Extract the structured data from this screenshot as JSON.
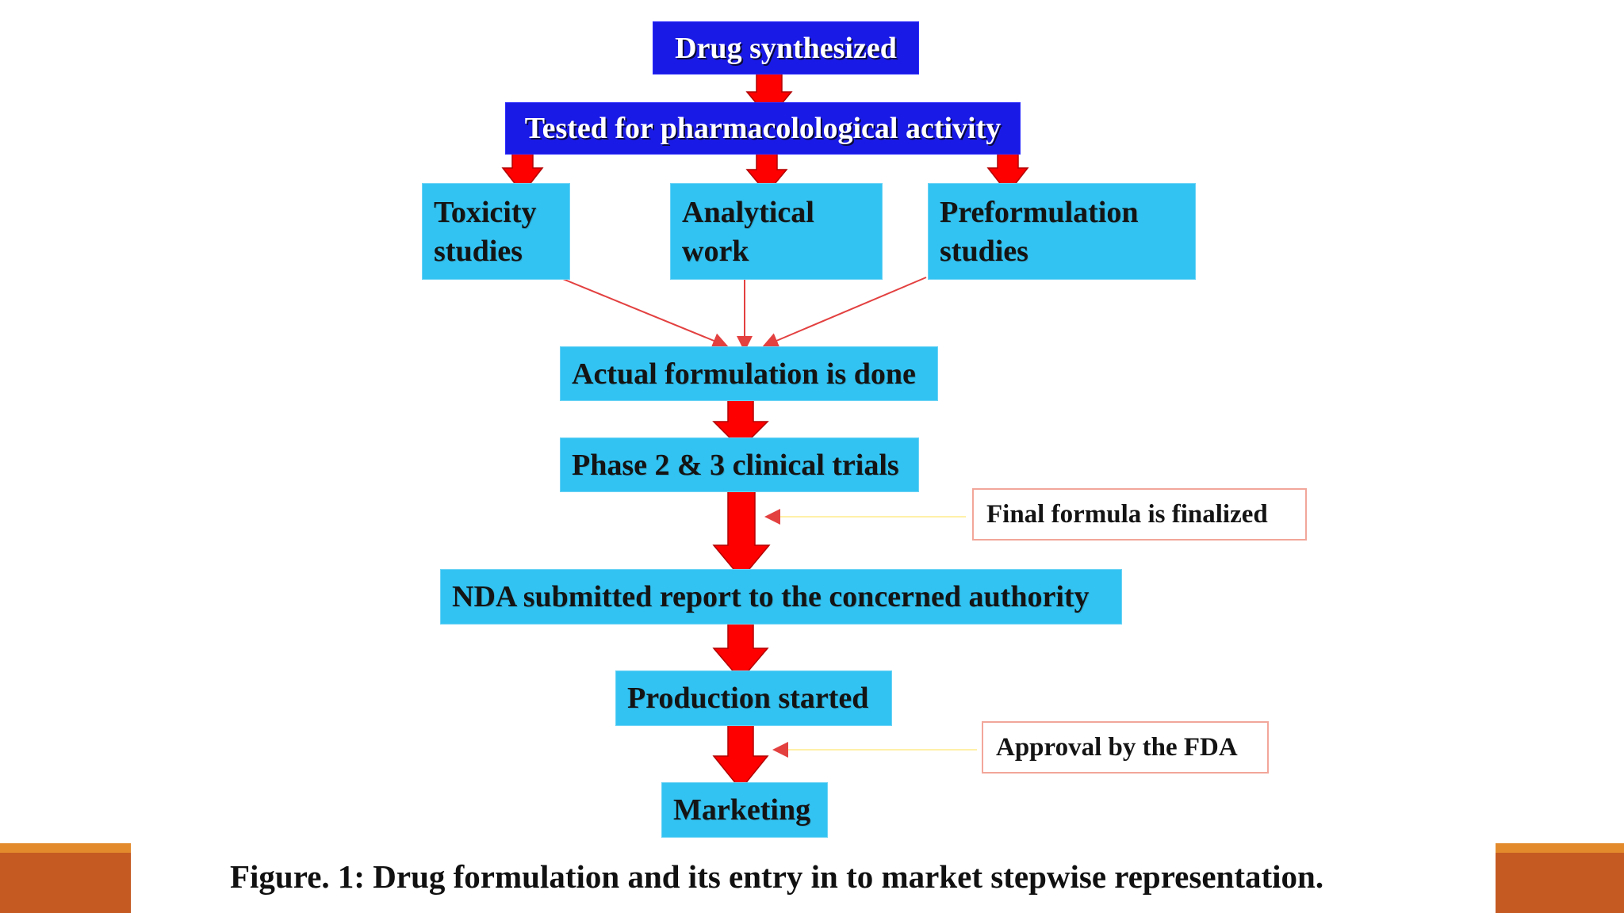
{
  "flow": {
    "drug_synthesized": "Drug synthesized",
    "tested": "Tested for pharmacolological activity",
    "toxicity": [
      "Toxicity",
      "studies"
    ],
    "analytical": [
      "Analytical",
      "work"
    ],
    "preformulation": [
      "Preformulation",
      "studies"
    ],
    "actual_formulation": "Actual formulation is done",
    "phase_trials": "Phase 2 & 3 clinical trials",
    "nda": "NDA submitted report to the concerned authority",
    "production": "Production started",
    "marketing": "Marketing"
  },
  "notes": {
    "final_formula": "Final formula is finalized",
    "fda_approval": "Approval by the FDA"
  },
  "caption": "Figure. 1: Drug formulation and its entry in to market stepwise representation.",
  "colors": {
    "dark_blue_box": "#1a1ae6",
    "light_blue_box": "#33c3f2",
    "arrow_red": "#ff0000",
    "note_border": "#f2a69a",
    "accent_orange": "#c55a22"
  }
}
